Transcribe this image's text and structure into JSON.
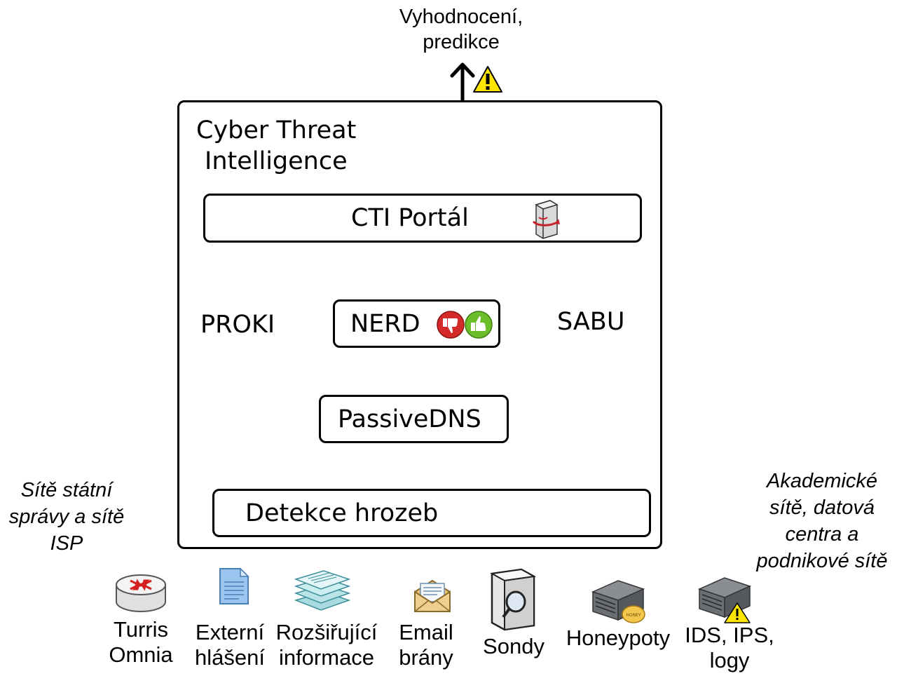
{
  "top_output": {
    "line1": "Vyhodnocení,",
    "line2": "predikce"
  },
  "cti": {
    "title_line1": "Cyber Threat",
    "title_line2": "Intelligence"
  },
  "nodes": {
    "portal": "CTI Portál",
    "nerd": "NERD",
    "proki": "PROKI",
    "sabu": "SABU",
    "passive_dns": "PassiveDNS",
    "detection": "Detekce hrozeb"
  },
  "side_labels": {
    "left": [
      "Sítě státní",
      "správy a sítě",
      "ISP"
    ],
    "right": [
      "Akademické",
      "sítě, datová",
      "centra a",
      "podnikové sítě"
    ]
  },
  "sources": [
    {
      "icon": "router-icon",
      "lines": [
        "Turris",
        "Omnia"
      ]
    },
    {
      "icon": "document-icon",
      "lines": [
        "Externí",
        "hlášení"
      ]
    },
    {
      "icon": "document-stack-icon",
      "lines": [
        "Rozšiřující",
        "informace"
      ]
    },
    {
      "icon": "envelope-icon",
      "lines": [
        "Email",
        "brány"
      ]
    },
    {
      "icon": "probe-icon",
      "lines": [
        "Sondy"
      ]
    },
    {
      "icon": "honeypot-server-icon",
      "lines": [
        "Honeypoty"
      ]
    },
    {
      "icon": "ids-server-icon",
      "lines": [
        "IDS, IPS,",
        "logy"
      ]
    }
  ],
  "colors": {
    "warning_fill": "#ffe600",
    "thumb_down": "#d42a2a",
    "thumb_up": "#6cbd2a",
    "document_blue": "#9cc6f0",
    "stack_teal": "#a8dadf",
    "envelope": "#e8c27a",
    "router_red": "#d42020",
    "server_grey": "#6b6e73",
    "honey_yellow": "#f2c94c"
  }
}
